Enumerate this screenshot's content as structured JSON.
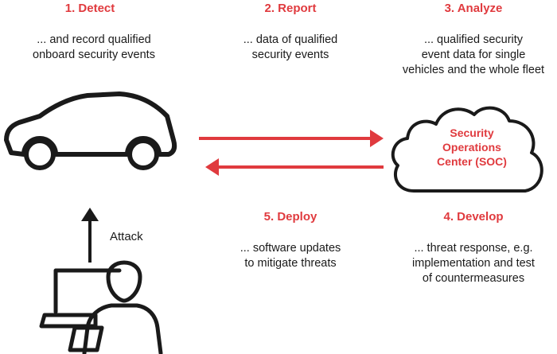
{
  "steps": {
    "detect": {
      "title": "1. Detect",
      "desc": [
        "... and record qualified",
        "onboard security events"
      ]
    },
    "report": {
      "title": "2. Report",
      "desc": [
        "... data of qualified",
        "security events"
      ]
    },
    "analyze": {
      "title": "3. Analyze",
      "desc": [
        "... qualified security",
        "event data for single",
        "vehicles and the whole fleet"
      ]
    },
    "develop": {
      "title": "4. Develop",
      "desc": [
        "... threat response, e.g.",
        "implementation and test",
        "of countermeasures"
      ]
    },
    "deploy": {
      "title": "5. Deploy",
      "desc": [
        "... software updates",
        "to mitigate threats"
      ]
    }
  },
  "soc": {
    "lines": [
      "Security",
      "Operations",
      "Center (SOC)"
    ]
  },
  "attack": {
    "label": "Attack"
  },
  "colors": {
    "accent": "#e03a3e",
    "ink": "#1a1a1a"
  },
  "icons": [
    "car-icon",
    "cloud-icon",
    "attacker-icon"
  ]
}
